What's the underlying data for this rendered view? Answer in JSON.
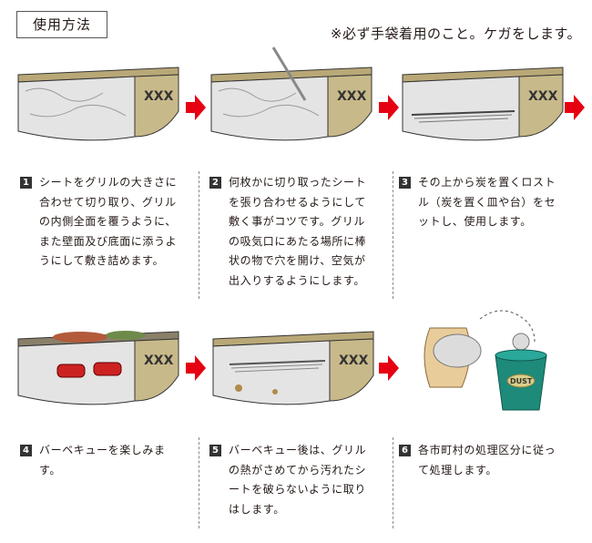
{
  "header": {
    "title": "使用方法",
    "warning": "※必ず手袋着用のこと。ケガをします。"
  },
  "steps": [
    {
      "number": "1",
      "text": "シートをグリルの大きさに\n合わせて切り取り、グリル\nの内側全面を覆うように、\nまた壁面及び底面に添うよ\nうにして敷き詰めます。"
    },
    {
      "number": "2",
      "text": "何枚かに切り取ったシート\nを張り合わせるようにして\n敷く事がコツです。グリル\nの吸気口にあたる場所に棒\n状の物で穴を開け、空気が\n出入りするようにします。"
    },
    {
      "number": "3",
      "text": "その上から炭を置くロスト\nル（炭を置く皿や台）をセ\nットし、使用します。"
    },
    {
      "number": "4",
      "text": "バーベキューを楽しみま\nす。"
    },
    {
      "number": "5",
      "text": "バーベキュー後は、グリル\nの熱がさめてから汚れたシ\nートを破らないように取り\nはします。"
    },
    {
      "number": "6",
      "text": "各市町村の処理区分に従っ\nて処理します。"
    }
  ],
  "illustrations": {
    "grill_label": "XXX",
    "dust_bin_label": "DUST"
  },
  "colors": {
    "arrow": "#e60012",
    "grill_body": "#c8b98a",
    "foil": "#e4e4e4",
    "bin": "#1e8a7a"
  }
}
